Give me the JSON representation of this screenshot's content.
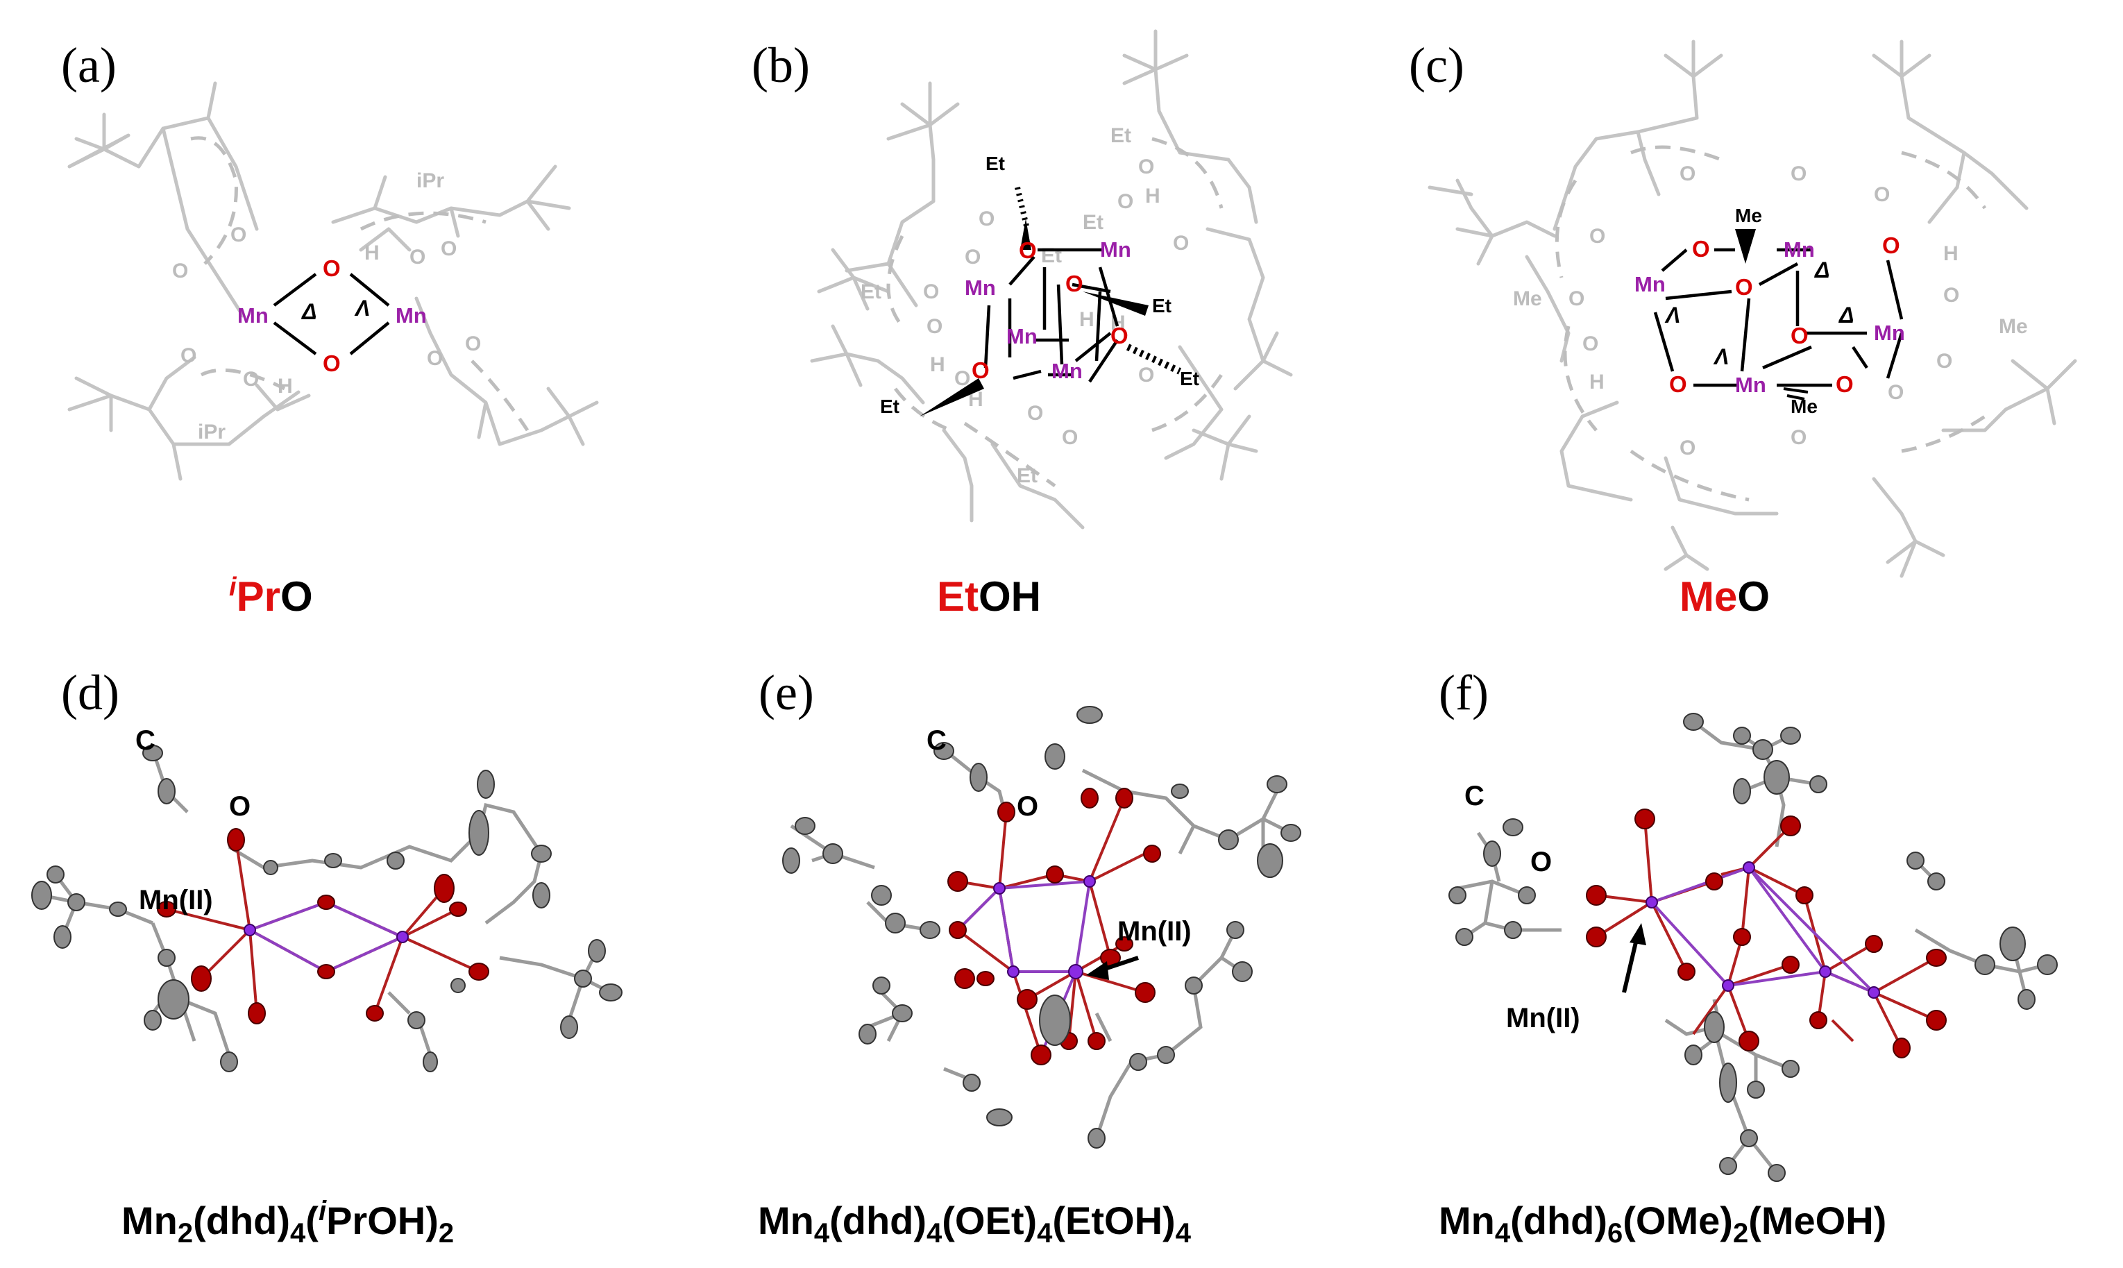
{
  "panels": {
    "a": {
      "letter": "(a)",
      "label_prefix": "i",
      "label_red": "Pr",
      "label_black": "O"
    },
    "b": {
      "letter": "(b)",
      "label_red": "Et",
      "label_black": "OH"
    },
    "c": {
      "letter": "(c)",
      "label_red": "Me",
      "label_black": "O"
    },
    "d": {
      "letter": "(d)",
      "formula_pre": "Mn",
      "formula_sub1": "2",
      "formula_mid1": "(dhd)",
      "formula_sub2": "4",
      "formula_mid2": "(",
      "formula_sup": "i",
      "formula_mid3": "PrOH)",
      "formula_sub3": "2",
      "atom_c": "C",
      "atom_o": "O",
      "atom_mn": "Mn(II)"
    },
    "e": {
      "letter": "(e)",
      "formula_pre": "Mn",
      "formula_sub1": "4",
      "formula_mid1": "(dhd)",
      "formula_sub2": "4",
      "formula_mid2": "(OEt)",
      "formula_sub3": "4",
      "formula_mid3": "(EtOH)",
      "formula_sub4": "4",
      "atom_c": "C",
      "atom_o": "O",
      "atom_mn": "Mn(II)"
    },
    "f": {
      "letter": "(f)",
      "formula_pre": "Mn",
      "formula_sub1": "4",
      "formula_mid1": "(dhd)",
      "formula_sub2": "6",
      "formula_mid2": "(OMe)",
      "formula_sub3": "2",
      "formula_mid3": "(MeOH)",
      "atom_c": "C",
      "atom_o": "O",
      "atom_mn": "Mn(II)"
    }
  },
  "atoms": {
    "mn": "Mn",
    "o": "O",
    "h": "H",
    "et": "Et",
    "me": "Me",
    "ipr": "iPr",
    "delta": "Δ",
    "lambda": "Λ"
  },
  "colors": {
    "mn": "#9a1fa7",
    "oxygen": "#d90000",
    "ligand_grey": "#c4c4c4",
    "red_label": "#e01010"
  }
}
